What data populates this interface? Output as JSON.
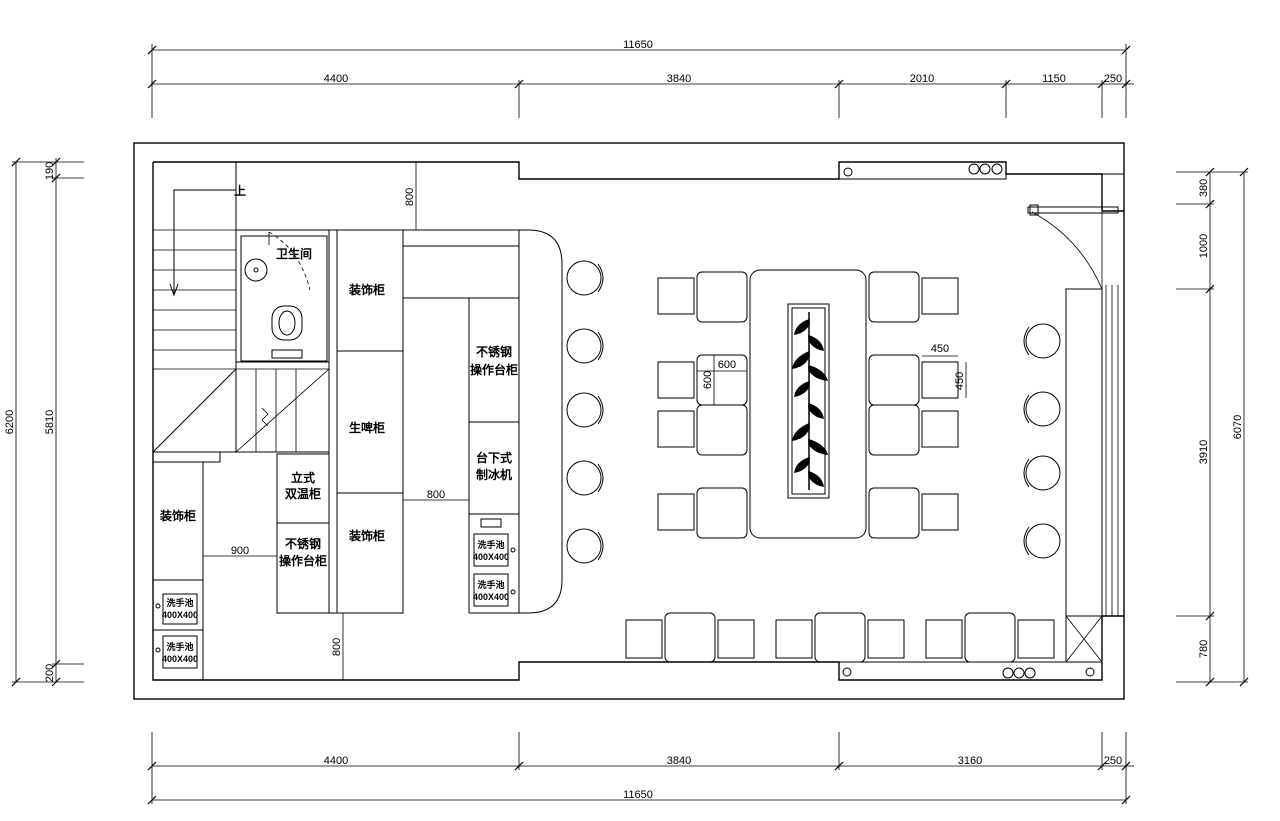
{
  "dimensions": {
    "top_total": "11650",
    "top_segments": [
      "4400",
      "3840",
      "2010",
      "1150",
      "250"
    ],
    "bottom_segments": [
      "4400",
      "3840",
      "3160",
      "250"
    ],
    "bottom_total": "11650",
    "left_total": "6200",
    "left_inner": "5810",
    "left_top": "190",
    "left_bottom": "200",
    "right_total": "6070",
    "right_segments": [
      "380",
      "1000",
      "3910",
      "780"
    ],
    "corridor_top": "800",
    "corridor_bottom": "800",
    "corridor_mid": "800",
    "corridor_left": "900",
    "table_width": "600",
    "table_depth": "600",
    "seat_width": "450",
    "seat_depth": "450"
  },
  "rooms": {
    "stair_up": "上",
    "bathroom": "卫生间",
    "deco_cabinet_1": "装饰柜",
    "beer_cabinet": "生啤柜",
    "deco_cabinet_2": "装饰柜",
    "deco_cabinet_3": "装饰柜",
    "steel_counter_1": [
      "不锈钢",
      "操作台柜"
    ],
    "ice_machine": [
      "台下式",
      "制冰机"
    ],
    "dual_temp_cabinet": [
      "立式",
      "双温柜"
    ],
    "steel_counter_2": [
      "不锈钢",
      "操作台柜"
    ],
    "sinks": [
      [
        "洗手池",
        "400X400"
      ],
      [
        "洗手池",
        "400X400"
      ],
      [
        "洗手池",
        "400X400"
      ],
      [
        "洗手池",
        "400X400"
      ]
    ]
  }
}
